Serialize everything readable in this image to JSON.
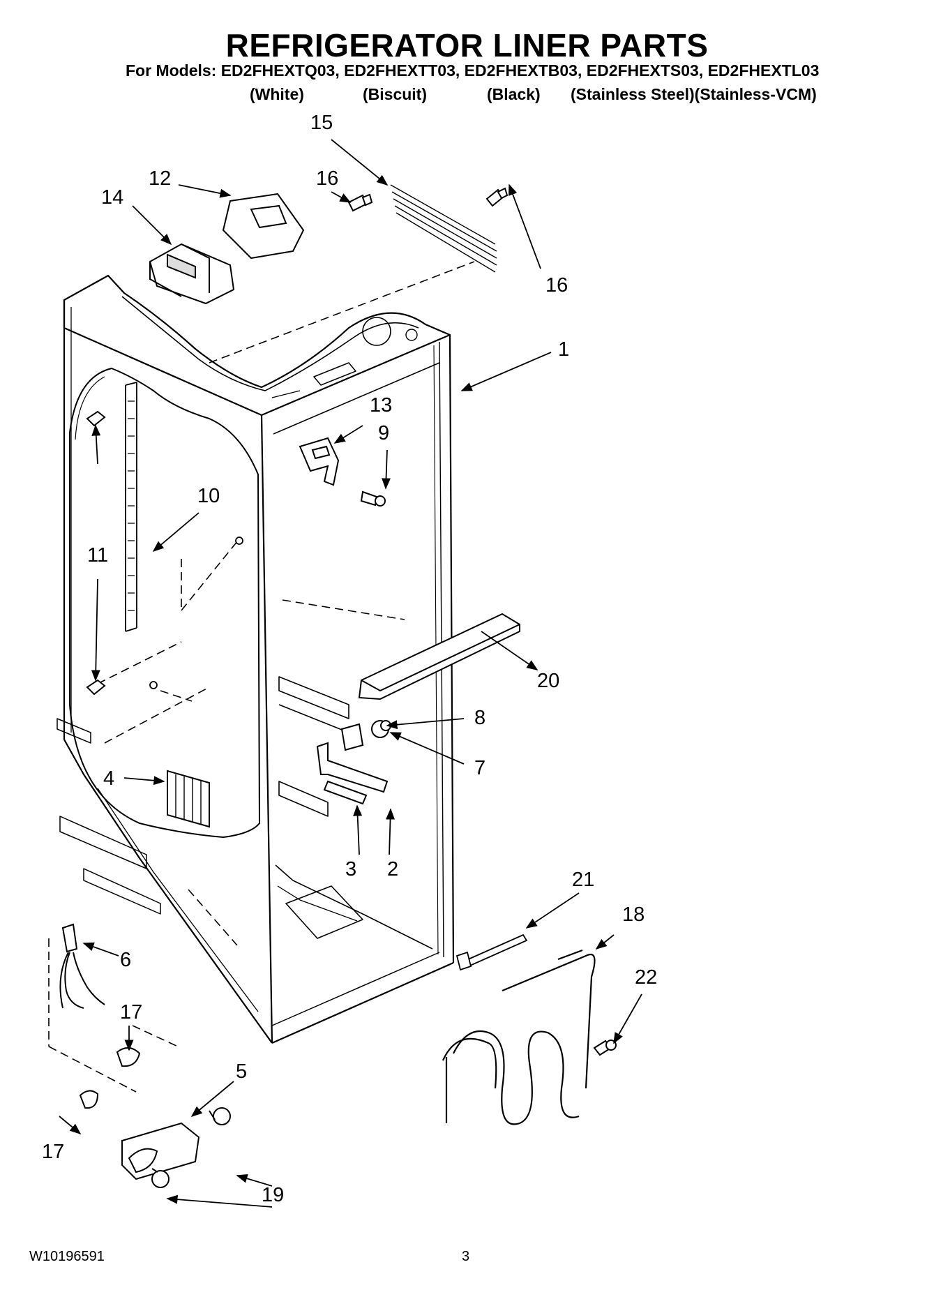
{
  "title": "REFRIGERATOR LINER PARTS",
  "models_line": "For Models: ED2FHEXTQ03, ED2FHEXTT03, ED2FHEXTB03, ED2FHEXTS03, ED2FHEXTL03",
  "variants": [
    "(White)",
    "(Biscuit)",
    "(Black)",
    "(Stainless Steel)(Stainless-VCM)"
  ],
  "callouts": [
    "1",
    "2",
    "3",
    "4",
    "5",
    "6",
    "7",
    "8",
    "9",
    "10",
    "11",
    "11",
    "12",
    "13",
    "14",
    "15",
    "16",
    "16",
    "17",
    "17",
    "18",
    "19",
    "20",
    "21",
    "22"
  ],
  "footer": {
    "doc_number": "W10196591",
    "page_number": "3"
  }
}
